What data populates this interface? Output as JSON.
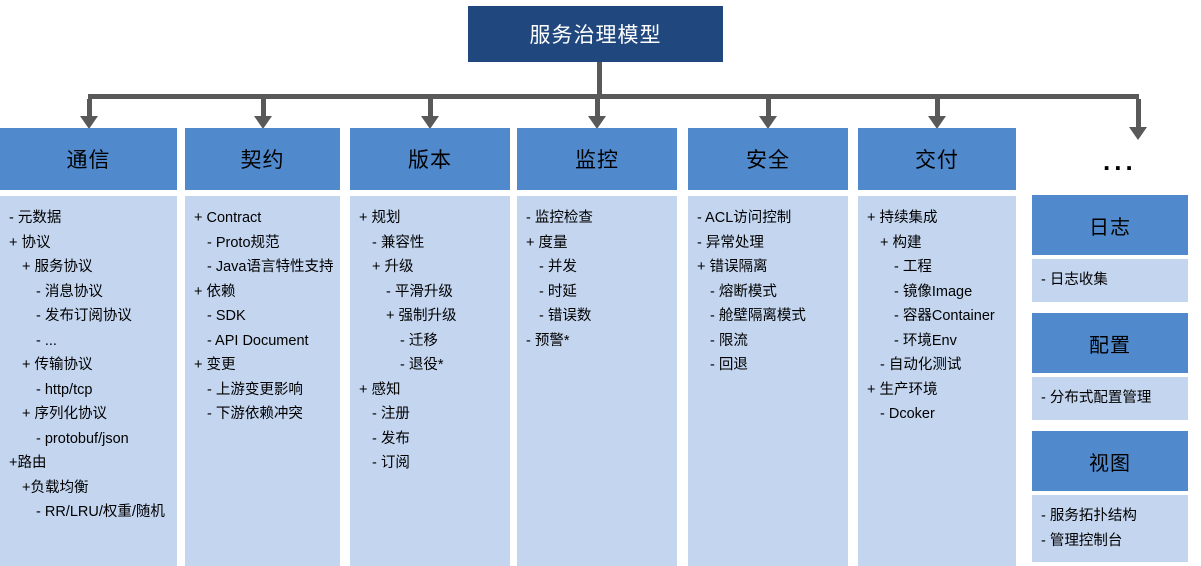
{
  "diagram": {
    "root": {
      "label": "服务治理模型"
    },
    "ellipsis": "...",
    "colors": {
      "root_fill": "#20487E",
      "header_fill": "#5089CC",
      "body_fill": "#C3D5EF",
      "connector": "#595959",
      "root_text": "#FFFFFF",
      "text": "#000000"
    },
    "columns": [
      {
        "title": "通信",
        "items": [
          {
            "text": "- 元数据",
            "level": 0
          },
          {
            "text": "+ 协议",
            "level": 0
          },
          {
            "text": "+ 服务协议",
            "level": 1
          },
          {
            "text": "- 消息协议",
            "level": 2
          },
          {
            "text": "- 发布订阅协议",
            "level": 2
          },
          {
            "text": "- ...",
            "level": 2
          },
          {
            "text": "+ 传输协议",
            "level": 1
          },
          {
            "text": "- http/tcp",
            "level": 2
          },
          {
            "text": "+ 序列化协议",
            "level": 1
          },
          {
            "text": "- protobuf/json",
            "level": 2
          },
          {
            "text": "+路由",
            "level": 0
          },
          {
            "text": "+负载均衡",
            "level": 1
          },
          {
            "text": "- RR/LRU/权重/随机",
            "level": 2
          }
        ]
      },
      {
        "title": "契约",
        "items": [
          {
            "text": "+ Contract",
            "level": 0
          },
          {
            "text": "- Proto规范",
            "level": 1
          },
          {
            "text": "- Java语言特性支持",
            "level": 1
          },
          {
            "text": "+ 依赖",
            "level": 0
          },
          {
            "text": "- SDK",
            "level": 1
          },
          {
            "text": "- API Document",
            "level": 1
          },
          {
            "text": "+ 变更",
            "level": 0
          },
          {
            "text": "- 上游变更影响",
            "level": 1
          },
          {
            "text": "- 下游依赖冲突",
            "level": 1
          }
        ]
      },
      {
        "title": "版本",
        "items": [
          {
            "text": "+ 规划",
            "level": 0
          },
          {
            "text": "- 兼容性",
            "level": 1
          },
          {
            "text": "+ 升级",
            "level": 1
          },
          {
            "text": "- 平滑升级",
            "level": 2
          },
          {
            "text": "+ 强制升级",
            "level": 2
          },
          {
            "text": "- 迁移",
            "level": 3
          },
          {
            "text": "- 退役*",
            "level": 3
          },
          {
            "text": "+ 感知",
            "level": 0
          },
          {
            "text": "- 注册",
            "level": 1
          },
          {
            "text": "- 发布",
            "level": 1
          },
          {
            "text": "- 订阅",
            "level": 1
          }
        ]
      },
      {
        "title": "监控",
        "items": [
          {
            "text": "- 监控检查",
            "level": 0
          },
          {
            "text": "+ 度量",
            "level": 0
          },
          {
            "text": "- 并发",
            "level": 1
          },
          {
            "text": "- 时延",
            "level": 1
          },
          {
            "text": "- 错误数",
            "level": 1
          },
          {
            "text": "- 预警*",
            "level": 0
          }
        ]
      },
      {
        "title": "安全",
        "items": [
          {
            "text": "- ACL访问控制",
            "level": 0
          },
          {
            "text": "- 异常处理",
            "level": 0
          },
          {
            "text": "+ 错误隔离",
            "level": 0
          },
          {
            "text": "- 熔断模式",
            "level": 1
          },
          {
            "text": "- 舱壁隔离模式",
            "level": 1
          },
          {
            "text": "- 限流",
            "level": 1
          },
          {
            "text": "- 回退",
            "level": 1
          }
        ]
      },
      {
        "title": "交付",
        "items": [
          {
            "text": "+ 持续集成",
            "level": 0
          },
          {
            "text": "+ 构建",
            "level": 1
          },
          {
            "text": "- 工程",
            "level": 2
          },
          {
            "text": "- 镜像Image",
            "level": 2
          },
          {
            "text": "- 容器Container",
            "level": 2
          },
          {
            "text": "- 环境Env",
            "level": 2
          },
          {
            "text": "- 自动化测试",
            "level": 1
          },
          {
            "text": "+ 生产环境",
            "level": 0
          },
          {
            "text": "- Dcoker",
            "level": 1
          }
        ]
      }
    ],
    "side_boxes": [
      {
        "title": "日志",
        "items": [
          {
            "text": "- 日志收集",
            "level": 0
          }
        ]
      },
      {
        "title": "配置",
        "items": [
          {
            "text": "- 分布式配置管理",
            "level": 0
          }
        ]
      },
      {
        "title": "视图",
        "items": [
          {
            "text": "- 服务拓扑结构",
            "level": 0
          },
          {
            "text": "- 管理控制台",
            "level": 0
          }
        ]
      }
    ]
  }
}
